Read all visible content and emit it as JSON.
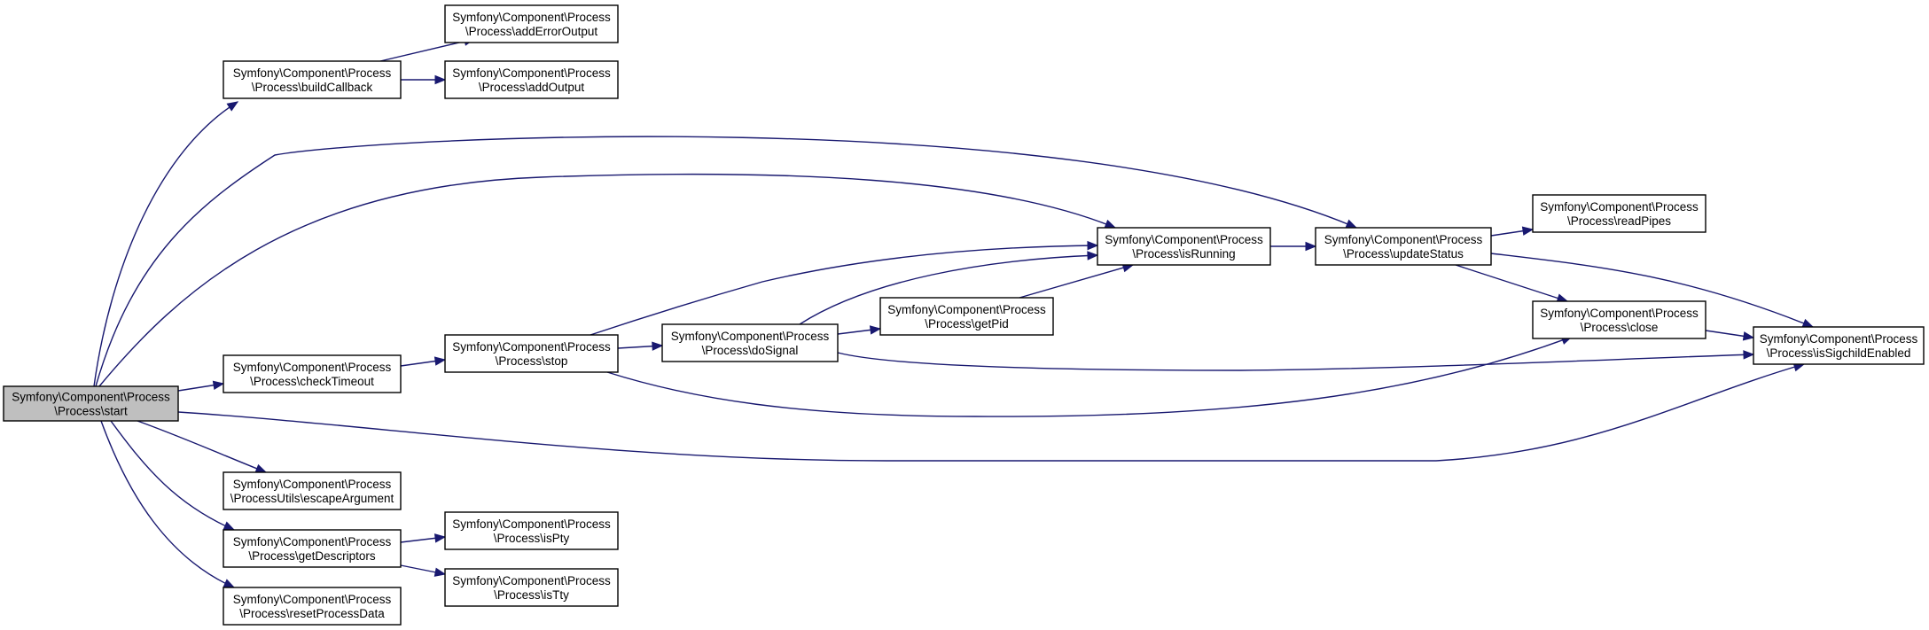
{
  "nodes": {
    "start": {
      "line1": "Symfony\\Component\\Process",
      "line2": "\\Process\\start"
    },
    "buildCallback": {
      "line1": "Symfony\\Component\\Process",
      "line2": "\\Process\\buildCallback"
    },
    "checkTimeout": {
      "line1": "Symfony\\Component\\Process",
      "line2": "\\Process\\checkTimeout"
    },
    "escapeArgument": {
      "line1": "Symfony\\Component\\Process",
      "line2": "\\ProcessUtils\\escapeArgument"
    },
    "getDescriptors": {
      "line1": "Symfony\\Component\\Process",
      "line2": "\\Process\\getDescriptors"
    },
    "resetProcessData": {
      "line1": "Symfony\\Component\\Process",
      "line2": "\\Process\\resetProcessData"
    },
    "addErrorOutput": {
      "line1": "Symfony\\Component\\Process",
      "line2": "\\Process\\addErrorOutput"
    },
    "addOutput": {
      "line1": "Symfony\\Component\\Process",
      "line2": "\\Process\\addOutput"
    },
    "stop": {
      "line1": "Symfony\\Component\\Process",
      "line2": "\\Process\\stop"
    },
    "isPty": {
      "line1": "Symfony\\Component\\Process",
      "line2": "\\Process\\isPty"
    },
    "isTty": {
      "line1": "Symfony\\Component\\Process",
      "line2": "\\Process\\isTty"
    },
    "doSignal": {
      "line1": "Symfony\\Component\\Process",
      "line2": "\\Process\\doSignal"
    },
    "getPid": {
      "line1": "Symfony\\Component\\Process",
      "line2": "\\Process\\getPid"
    },
    "isRunning": {
      "line1": "Symfony\\Component\\Process",
      "line2": "\\Process\\isRunning"
    },
    "updateStatus": {
      "line1": "Symfony\\Component\\Process",
      "line2": "\\Process\\updateStatus"
    },
    "readPipes": {
      "line1": "Symfony\\Component\\Process",
      "line2": "\\Process\\readPipes"
    },
    "close": {
      "line1": "Symfony\\Component\\Process",
      "line2": "\\Process\\close"
    },
    "isSigchildEnabled": {
      "line1": "Symfony\\Component\\Process",
      "line2": "\\Process\\isSigchildEnabled"
    }
  },
  "edges": [
    {
      "from": "start",
      "to": "buildCallback"
    },
    {
      "from": "start",
      "to": "updateStatus"
    },
    {
      "from": "start",
      "to": "isRunning"
    },
    {
      "from": "start",
      "to": "checkTimeout"
    },
    {
      "from": "start",
      "to": "isSigchildEnabled"
    },
    {
      "from": "start",
      "to": "escapeArgument"
    },
    {
      "from": "start",
      "to": "getDescriptors"
    },
    {
      "from": "start",
      "to": "resetProcessData"
    },
    {
      "from": "buildCallback",
      "to": "addErrorOutput"
    },
    {
      "from": "buildCallback",
      "to": "addOutput"
    },
    {
      "from": "checkTimeout",
      "to": "stop"
    },
    {
      "from": "getDescriptors",
      "to": "isPty"
    },
    {
      "from": "getDescriptors",
      "to": "isTty"
    },
    {
      "from": "stop",
      "to": "isRunning"
    },
    {
      "from": "stop",
      "to": "doSignal"
    },
    {
      "from": "stop",
      "to": "close"
    },
    {
      "from": "doSignal",
      "to": "isRunning"
    },
    {
      "from": "doSignal",
      "to": "getPid"
    },
    {
      "from": "doSignal",
      "to": "isSigchildEnabled"
    },
    {
      "from": "getPid",
      "to": "isRunning"
    },
    {
      "from": "isRunning",
      "to": "updateStatus"
    },
    {
      "from": "updateStatus",
      "to": "readPipes"
    },
    {
      "from": "updateStatus",
      "to": "close"
    },
    {
      "from": "updateStatus",
      "to": "isSigchildEnabled"
    },
    {
      "from": "close",
      "to": "isSigchildEnabled"
    }
  ],
  "colors": {
    "edge": "#191970",
    "node_border": "#000000",
    "node_fill": "#ffffff",
    "highlight_fill": "#bfbfbf"
  },
  "highlighted_node": "start"
}
